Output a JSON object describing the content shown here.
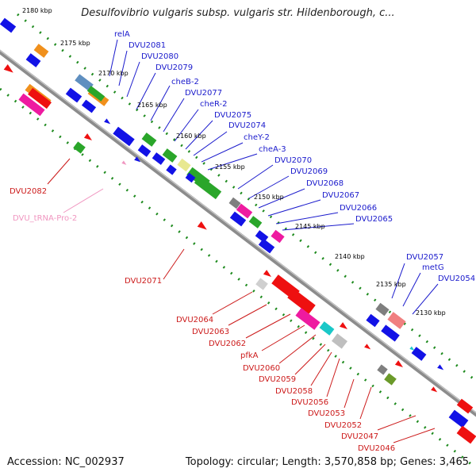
{
  "title": "Desulfovibrio vulgaris subsp. vulgaris str. Hildenborough, c...",
  "footer": {
    "accession": "Accession: NC_002937",
    "stats": "Topology: circular; Length: 3,570,858 bp; Genes: 3,465"
  },
  "colors": {
    "backbone": "#7f7f7f",
    "dotted_track": "#1d8a1d",
    "forward_label": "#1a1acc",
    "reverse_label": "#cc1a1a",
    "trna_label": "#f096c0"
  },
  "kbp_ticks": [
    "2180 kbp",
    "2175 kbp",
    "2170 kbp",
    "2165 kbp",
    "2160 kbp",
    "2155 kbp",
    "2150 kbp",
    "2145 kbp",
    "2140 kbp",
    "2135 kbp",
    "2130 kbp"
  ],
  "forward_genes": [
    "relA",
    "DVU2081",
    "DVU2080",
    "DVU2079",
    "cheB-2",
    "DVU2077",
    "cheR-2",
    "DVU2075",
    "DVU2074",
    "cheY-2",
    "cheA-3",
    "DVU2070",
    "DVU2069",
    "DVU2068",
    "DVU2067",
    "DVU2066",
    "DVU2065",
    "DVU2057",
    "metG",
    "DVU2054"
  ],
  "reverse_genes": [
    "DVU2082",
    "DVU2071",
    "DVU2064",
    "DVU2063",
    "DVU2062",
    "pfkA",
    "DVU2060",
    "DVU2059",
    "DVU2058",
    "DVU2056",
    "DVU2053",
    "DVU2052",
    "DVU2047",
    "DVU2046"
  ],
  "trna_genes": [
    "DVU_tRNA-Pro-2"
  ]
}
